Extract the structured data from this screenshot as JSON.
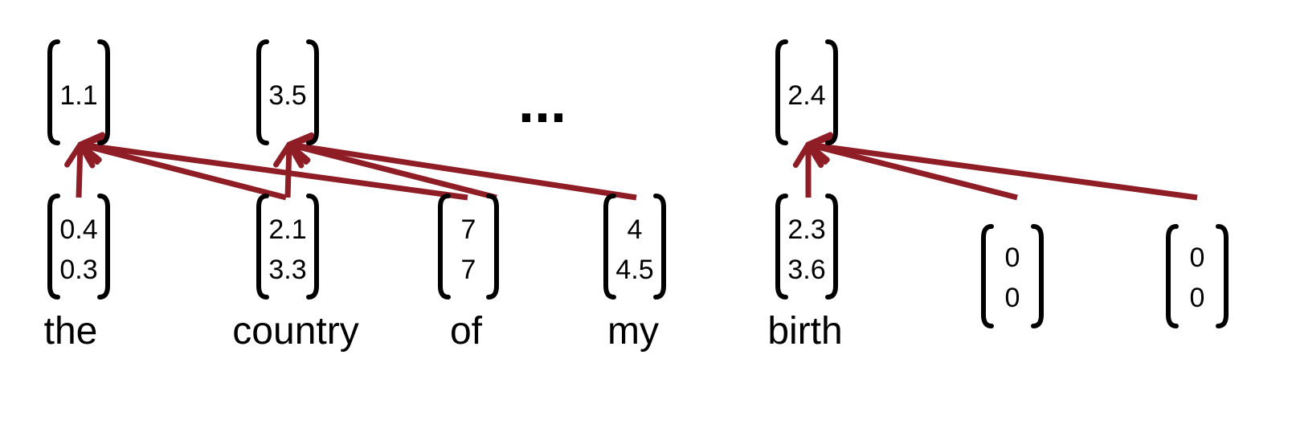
{
  "diagram": {
    "ellipsis": "...",
    "outputs": [
      {
        "id": "out-the",
        "values": [
          "1.1"
        ]
      },
      {
        "id": "out-country",
        "values": [
          "3.5"
        ]
      },
      {
        "id": "out-birth",
        "values": [
          "2.4"
        ]
      }
    ],
    "inputs": [
      {
        "id": "in-the",
        "word": "the",
        "values": [
          "0.4",
          "0.3"
        ]
      },
      {
        "id": "in-country",
        "word": "country",
        "values": [
          "2.1",
          "3.3"
        ]
      },
      {
        "id": "in-of",
        "word": "of",
        "values": [
          "7",
          "7"
        ]
      },
      {
        "id": "in-my",
        "word": "my",
        "values": [
          "4",
          "4.5"
        ]
      },
      {
        "id": "in-birth",
        "word": "birth",
        "values": [
          "2.3",
          "3.6"
        ]
      },
      {
        "id": "in-pad-1",
        "word": "",
        "values": [
          "0",
          "0"
        ]
      },
      {
        "id": "in-pad-2",
        "word": "",
        "values": [
          "0",
          "0"
        ]
      }
    ],
    "connections": [
      {
        "from": "in-the",
        "to": "out-the"
      },
      {
        "from": "in-country",
        "to": "out-the"
      },
      {
        "from": "in-of",
        "to": "out-the"
      },
      {
        "from": "in-country",
        "to": "out-country"
      },
      {
        "from": "in-of",
        "to": "out-country"
      },
      {
        "from": "in-my",
        "to": "out-country"
      },
      {
        "from": "in-birth",
        "to": "out-birth"
      },
      {
        "from": "in-pad-1",
        "to": "out-birth"
      },
      {
        "from": "in-pad-2",
        "to": "out-birth"
      }
    ],
    "arrow_color": "#8f1d26"
  }
}
